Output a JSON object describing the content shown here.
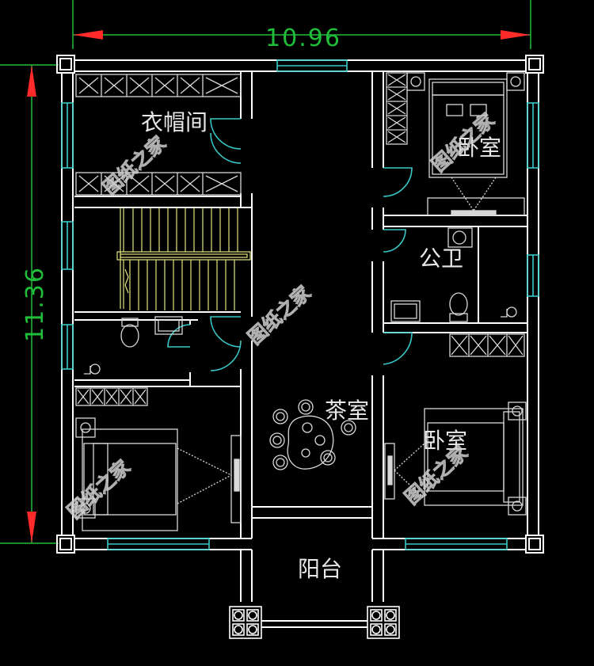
{
  "dimensions": {
    "width_label": "10.96",
    "height_label": "11.36"
  },
  "rooms": {
    "cloakroom": "衣帽间",
    "bedroom_top_right": "卧室",
    "public_bath": "公卫",
    "tea_room": "茶室",
    "bedroom_bottom_right": "卧室",
    "balcony": "阳台"
  },
  "watermark": "图纸之家",
  "colors": {
    "background": "#000000",
    "walls": "#ffffff",
    "furniture": "#d8d8d8",
    "stairs": "#e6e680",
    "windows": "#39c8c8",
    "dimension_arrow": "#ff2a2a",
    "dimension_line": "#1fbf3a"
  }
}
